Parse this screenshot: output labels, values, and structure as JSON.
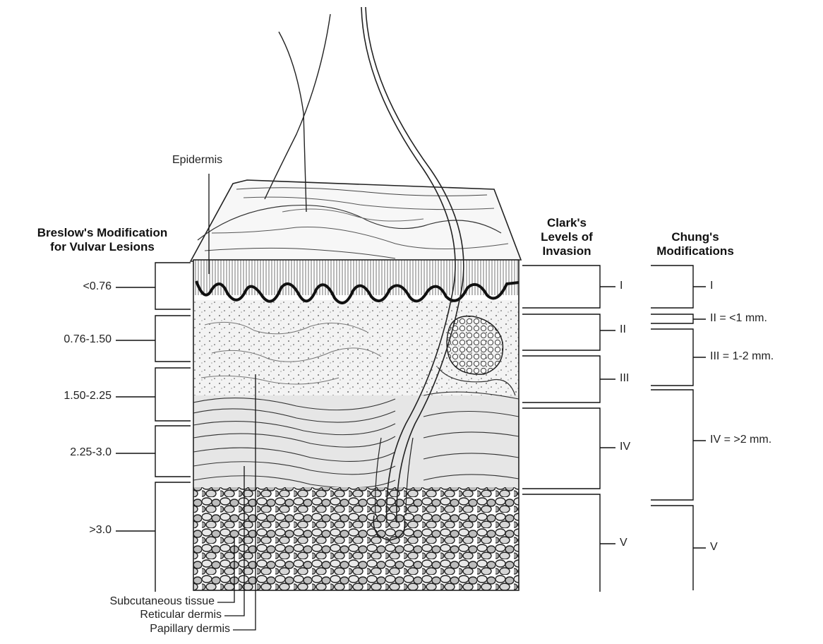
{
  "labels": {
    "epidermis": "Epidermis",
    "subcutaneous": "Subcutaneous tissue",
    "reticular": "Reticular dermis",
    "papillary": "Papillary dermis"
  },
  "breslow": {
    "title_line1": "Breslow's Modification",
    "title_line2": "for Vulvar Lesions",
    "levels": [
      "<0.76",
      "0.76-1.50",
      "1.50-2.25",
      "2.25-3.0",
      ">3.0"
    ]
  },
  "clark": {
    "title_line1": "Clark's",
    "title_line2": "Levels of",
    "title_line3": "Invasion",
    "levels": [
      "I",
      "II",
      "III",
      "IV",
      "V"
    ]
  },
  "chung": {
    "title_line1": "Chung's",
    "title_line2": "Modifications",
    "levels": [
      "I",
      "II = <1 mm.",
      "III = 1-2 mm.",
      "IV = >2 mm.",
      "V"
    ]
  }
}
